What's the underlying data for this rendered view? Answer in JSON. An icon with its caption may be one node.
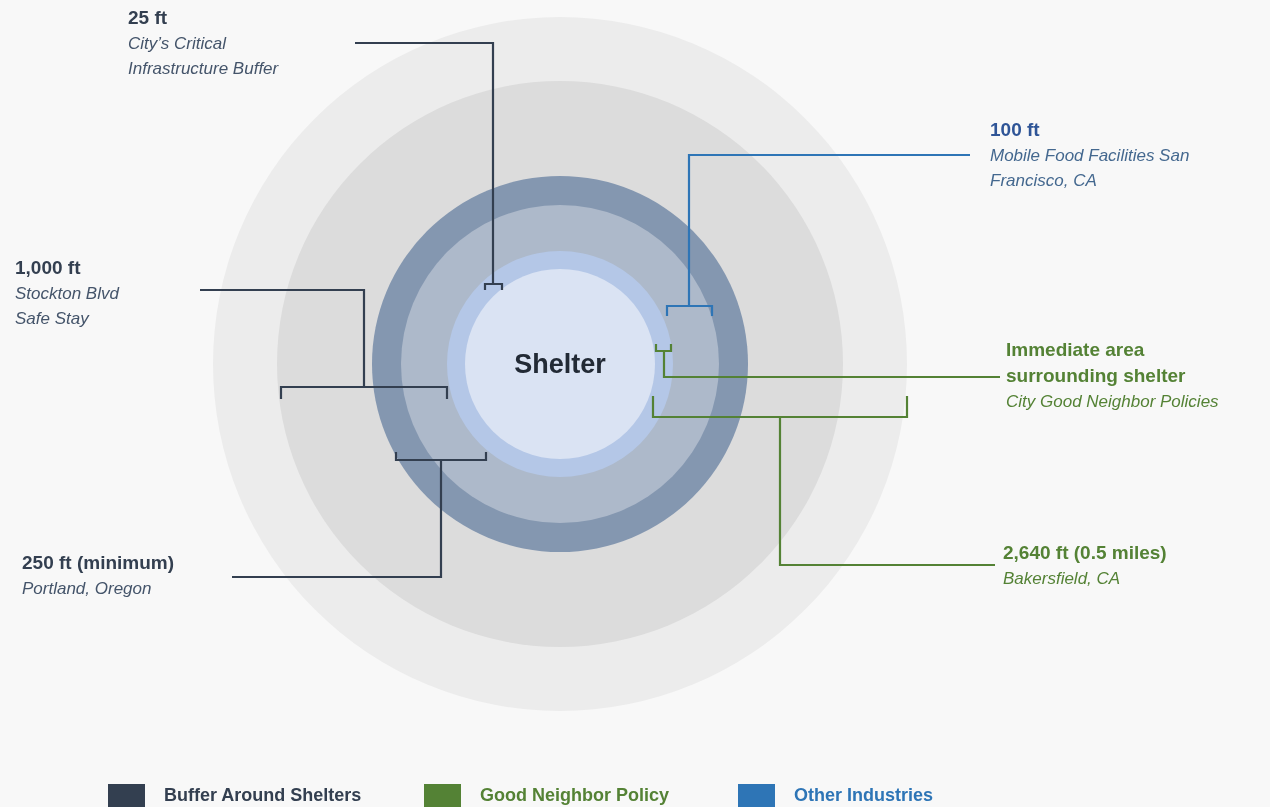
{
  "diagram": {
    "nodes": [
      {
        "text": [],
        "shape": "circle"
      },
      {
        "text": [],
        "shape": "circle",
        "in": 0
      },
      {
        "text": [],
        "shape": "circle",
        "in": 1
      },
      {
        "text": [],
        "shape": "circle",
        "in": 2
      },
      {
        "text": [],
        "shape": "circle",
        "in": 3
      },
      {
        "text": [
          "Shelter"
        ],
        "in": 4
      },
      {
        "text": [
          "25 ft",
          "City’s Critical Infrastructure Buffer"
        ]
      },
      {
        "text": [],
        "shape": "bracket",
        "in": 5
      },
      {
        "text": [
          "100 ft",
          "Mobile Food Facilities San Francisco, CA"
        ]
      },
      {
        "text": [],
        "shape": "bracket",
        "in": 3
      },
      {
        "text": [
          "1,000 ft",
          "Stockton Blvd Safe Stay"
        ]
      },
      {
        "text": [],
        "shape": "bracket",
        "in": 1
      },
      {
        "text": [
          "Immediate area surrounding shelter",
          "City Good Neighbor Policies"
        ]
      },
      {
        "text": [],
        "shape": "bracket",
        "in": 4
      },
      {
        "text": [
          "2,640 ft (0.5 miles)",
          "Bakersfield, CA"
        ]
      },
      {
        "text": [],
        "shape": "bracket",
        "in": 0
      },
      {
        "text": [
          "250 ft (minimum)",
          "Portland, Oregon"
        ]
      },
      {
        "text": [],
        "shape": "bracket",
        "in": 2
      }
    ],
    "edges": [
      {
        "from": 6,
        "to": 7,
        "arrow": "none"
      },
      {
        "from": 8,
        "to": 9,
        "arrow": "none",
        "color": "#2e75b6"
      },
      {
        "from": 10,
        "to": 11,
        "arrow": "none"
      },
      {
        "from": 12,
        "to": 13,
        "arrow": "none",
        "color": "#548235"
      },
      {
        "from": 14,
        "to": 15,
        "arrow": "none",
        "color": "#548235"
      },
      {
        "from": 16,
        "to": 17,
        "arrow": "none"
      }
    ],
    "legend": [
      {
        "text": "Buffer Around Shelters",
        "color": "#333f50"
      },
      {
        "text": "Good Neighbor Policy",
        "color": "#548235"
      },
      {
        "text": "Other Industries",
        "color": "#2e75b6"
      }
    ]
  }
}
